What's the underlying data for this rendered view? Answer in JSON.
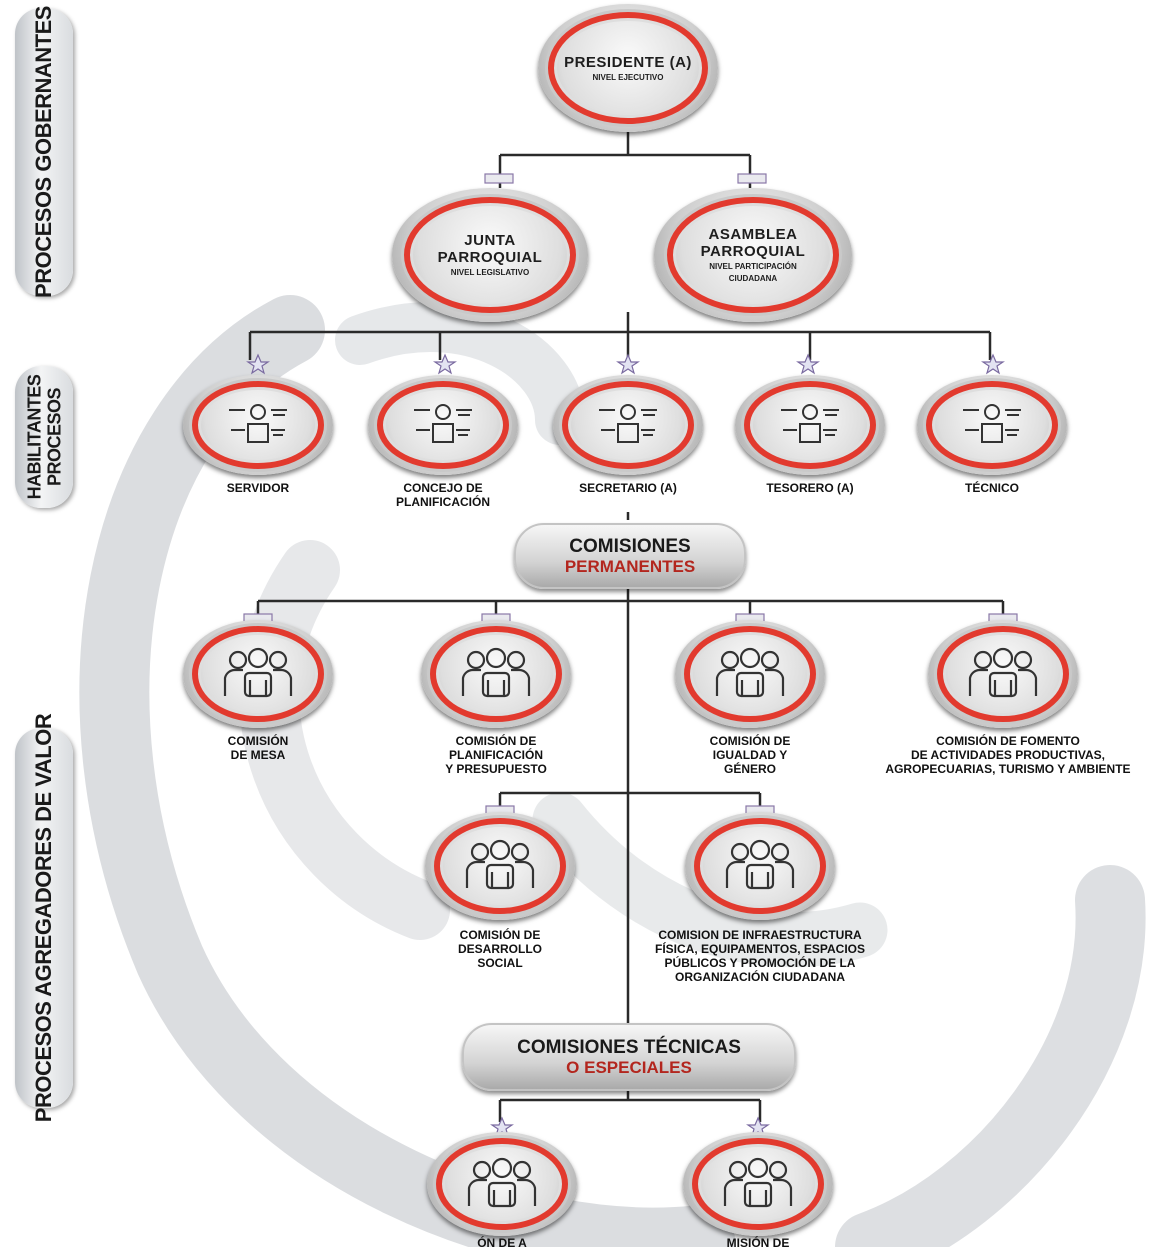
{
  "colors": {
    "accent_red": "#e23a2e",
    "line": "#2a2a2a",
    "watermark": "#c9cccf"
  },
  "side_bands": {
    "governing": "PROCESOS GOBERNANTES",
    "enabling_line1": "HABILITANTES",
    "enabling_line2": "PROCESOS",
    "value": "PROCESOS AGREGADORES DE VALOR"
  },
  "president": {
    "title": "PRESIDENTE (A)",
    "subtitle": "NIVEL EJECUTIVO"
  },
  "junta": {
    "title_line1": "JUNTA",
    "title_line2": "PARROQUIAL",
    "subtitle": "NIVEL LEGISLATIVO"
  },
  "asamblea": {
    "title_line1": "ASAMBLEA",
    "title_line2": "PARROQUIAL",
    "subtitle_line1": "NIVEL PARTICIPACIÓN",
    "subtitle_line2": "CIUDADANA"
  },
  "enabling_nodes": [
    {
      "line1": "SERVIDOR",
      "line2": ""
    },
    {
      "line1": "CONCEJO DE",
      "line2": "PLANIFICACIÓN"
    },
    {
      "line1": "SECRETARIO (A)",
      "line2": ""
    },
    {
      "line1": "TESORERO (A)",
      "line2": ""
    },
    {
      "line1": "TÉCNICO",
      "line2": ""
    }
  ],
  "permanent_header": {
    "line1": "COMISIONES",
    "line2": "PERMANENTES"
  },
  "permanent_commissions": [
    {
      "line1": "COMISIÓN",
      "line2": "DE MESA",
      "line3": "",
      "line4": ""
    },
    {
      "line1": "COMISIÓN DE",
      "line2": "PLANIFICACIÓN",
      "line3": "Y PRESUPUESTO",
      "line4": ""
    },
    {
      "line1": "COMISIÓN DE",
      "line2": "IGUALDAD Y",
      "line3": "GÉNERO",
      "line4": ""
    },
    {
      "line1": "COMISIÓN DE FOMENTO",
      "line2": "DE ACTIVIDADES PRODUCTIVAS,",
      "line3": "AGROPECUARIAS, TURISMO Y AMBIENTE",
      "line4": ""
    },
    {
      "line1": "COMISIÓN DE",
      "line2": "DESARROLLO",
      "line3": "SOCIAL",
      "line4": ""
    },
    {
      "line1": "COMISION DE INFRAESTRUCTURA",
      "line2": "FÍSICA, EQUIPAMENTOS, ESPACIOS",
      "line3": "PÚBLICOS Y PROMOCIÓN DE LA",
      "line4": "ORGANIZACIÓN CIUDADANA"
    }
  ],
  "technical_header": {
    "line1": "COMISIONES TÉCNICAS",
    "line2": "O ESPECIALES"
  },
  "technical_commissions": [
    {
      "line1": "ÓN DE A"
    },
    {
      "line1": "MISIÓN DE"
    }
  ]
}
